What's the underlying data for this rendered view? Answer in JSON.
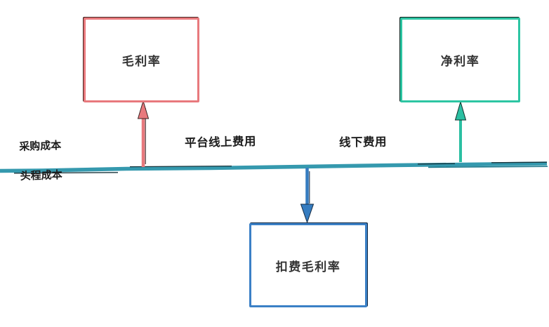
{
  "diagram": {
    "nodes": [
      {
        "id": "gross-margin-box",
        "label": "毛利率",
        "border_color": "#e8797d"
      },
      {
        "id": "net-margin-box",
        "label": "净利率",
        "border_color": "#2dc5a3"
      },
      {
        "id": "fee-deducted-gross-margin-box",
        "label": "扣费毛利率",
        "border_color": "#3b80c6"
      }
    ],
    "labels": {
      "left_line1": "采购成本",
      "left_line2": "头程成本",
      "middle": "平台线上费用",
      "right": "线下费用"
    },
    "colors": {
      "timeline": "#3599ae",
      "timeline_shade": "#1f7a8c",
      "sketch_dark": "#16343c",
      "arrow_red": "#e8797d",
      "arrow_red_edge": "#3b2424",
      "arrow_teal": "#2bbfa2",
      "arrow_teal_edge": "#0f2e27",
      "arrow_blue": "#357cc0",
      "arrow_blue_edge": "#152c44",
      "box_text": "#333333",
      "label_text": "#1d1d1d"
    }
  }
}
